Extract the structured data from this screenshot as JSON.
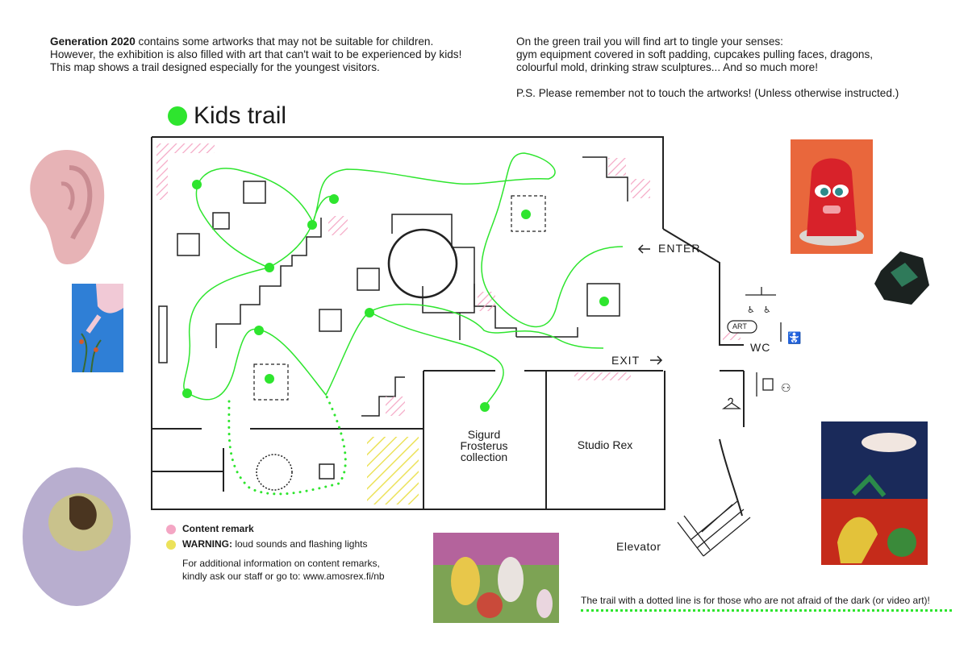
{
  "intro": {
    "bold": "Generation 2020",
    "line1": " contains some artworks that may not be suitable for children.",
    "line2": "However, the exhibition is also filled with art that can't wait to be experienced by kids!",
    "line3": "This map shows a trail designed especially for the youngest visitors."
  },
  "right_text": {
    "line1": "On the green trail you will find art to tingle your senses:",
    "line2": "gym equipment covered in soft padding, cupcakes pulling faces, dragons,",
    "line3": "colourful mold, drinking straw sculptures... And so much more!",
    "ps": "P.S. Please remember not to touch the artworks! (Unless otherwise instructed.)"
  },
  "title": "Kids trail",
  "map_labels": {
    "enter": "ENTER",
    "exit": "EXIT",
    "wc": "WC",
    "art_badge": "ART",
    "elevator": "Elevator",
    "room1_l1": "Sigurd",
    "room1_l2": "Frosterus",
    "room1_l3": "collection",
    "room2": "Studio Rex"
  },
  "legend": {
    "content_remark": "Content remark",
    "warning_bold": "WARNING:",
    "warning_text": " loud sounds and flashing lights",
    "info_l1": "For additional information on content remarks,",
    "info_l2": "kindly ask our staff or go to: www.amosrex.fi/nb"
  },
  "dark_note": "The trail with a dotted line is for those who are not afraid of the dark (or video art)!",
  "colors": {
    "trail_green": "#2ee52e",
    "content_remark_pink": "#f4a6c4",
    "warning_yellow": "#ece25a",
    "wall": "#222222"
  }
}
